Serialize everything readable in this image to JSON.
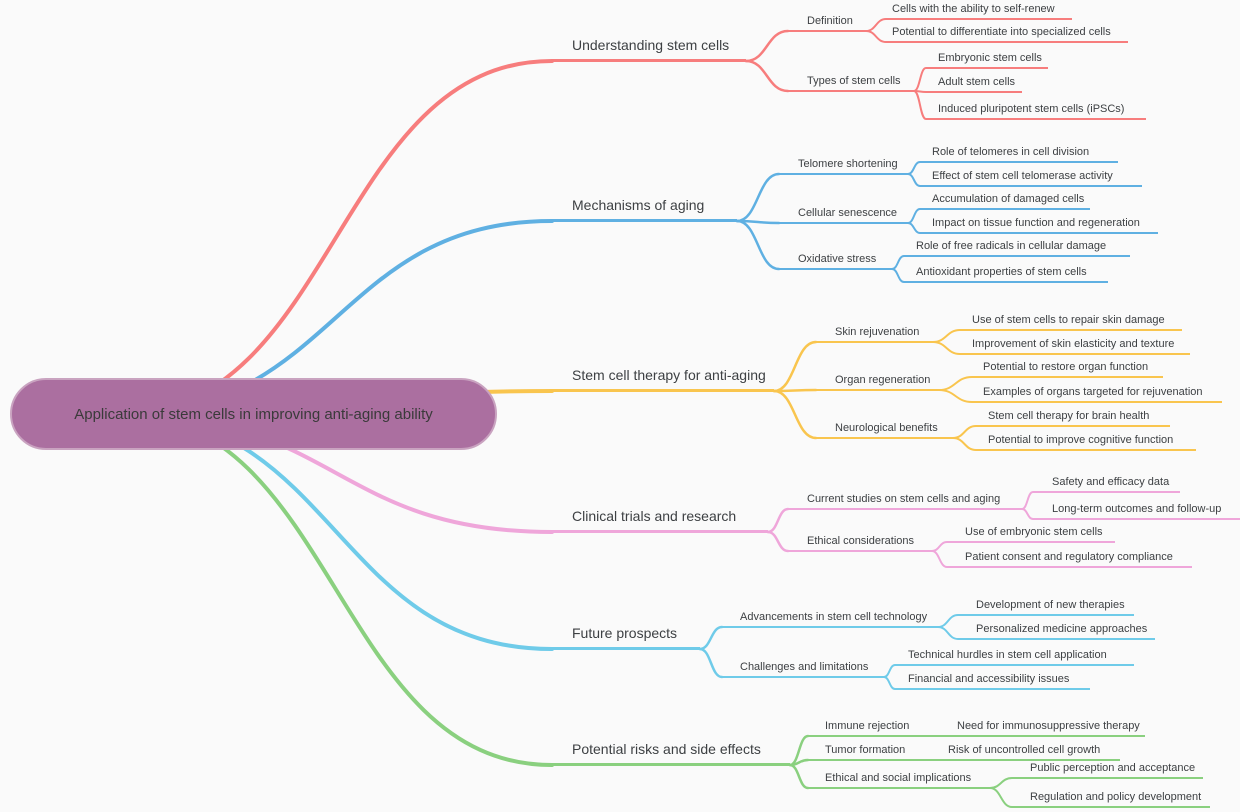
{
  "root": {
    "label": "Application of stem cells in improving anti-aging ability",
    "fill": "#ab6fa0"
  },
  "branch_colors": [
    "#f77d7d",
    "#5fb0e2",
    "#f9c54e",
    "#efa6da",
    "#6fcbe9",
    "#8ad07f"
  ],
  "branches": [
    {
      "label": "Understanding stem cells",
      "color": "#f77d7d",
      "children": [
        {
          "label": "Definition",
          "children": [
            {
              "label": "Cells with the ability to self-renew"
            },
            {
              "label": "Potential to differentiate into specialized cells"
            }
          ]
        },
        {
          "label": "Types of stem cells",
          "children": [
            {
              "label": "Embryonic stem cells"
            },
            {
              "label": "Adult stem cells"
            },
            {
              "label": "Induced pluripotent stem cells (iPSCs)"
            }
          ]
        }
      ]
    },
    {
      "label": "Mechanisms of aging",
      "color": "#5fb0e2",
      "children": [
        {
          "label": "Telomere shortening",
          "children": [
            {
              "label": "Role of telomeres in cell division"
            },
            {
              "label": "Effect of stem cell telomerase activity"
            }
          ]
        },
        {
          "label": "Cellular senescence",
          "children": [
            {
              "label": "Accumulation of damaged cells"
            },
            {
              "label": "Impact on tissue function and regeneration"
            }
          ]
        },
        {
          "label": "Oxidative stress",
          "children": [
            {
              "label": "Role of free radicals in cellular damage"
            },
            {
              "label": "Antioxidant properties of stem cells"
            }
          ]
        }
      ]
    },
    {
      "label": "Stem cell therapy for anti-aging",
      "color": "#f9c54e",
      "children": [
        {
          "label": "Skin rejuvenation",
          "children": [
            {
              "label": "Use of stem cells to repair skin damage"
            },
            {
              "label": "Improvement of skin elasticity and texture"
            }
          ]
        },
        {
          "label": "Organ regeneration",
          "children": [
            {
              "label": "Potential to restore organ function"
            },
            {
              "label": "Examples of organs targeted for rejuvenation"
            }
          ]
        },
        {
          "label": "Neurological benefits",
          "children": [
            {
              "label": "Stem cell therapy for brain health"
            },
            {
              "label": "Potential to improve cognitive function"
            }
          ]
        }
      ]
    },
    {
      "label": "Clinical trials and research",
      "color": "#efa6da",
      "children": [
        {
          "label": "Current studies on stem cells and aging",
          "children": [
            {
              "label": "Safety and efficacy data"
            },
            {
              "label": "Long-term outcomes and follow-up"
            }
          ]
        },
        {
          "label": "Ethical considerations",
          "children": [
            {
              "label": "Use of embryonic stem cells"
            },
            {
              "label": "Patient consent and regulatory compliance"
            }
          ]
        }
      ]
    },
    {
      "label": "Future prospects",
      "color": "#6fcbe9",
      "children": [
        {
          "label": "Advancements in stem cell technology",
          "children": [
            {
              "label": "Development of new therapies"
            },
            {
              "label": "Personalized medicine approaches"
            }
          ]
        },
        {
          "label": "Challenges and limitations",
          "children": [
            {
              "label": "Technical hurdles in stem cell application"
            },
            {
              "label": "Financial and accessibility issues"
            }
          ]
        }
      ]
    },
    {
      "label": "Potential risks and side effects",
      "color": "#8ad07f",
      "children": [
        {
          "label": "Immune rejection",
          "children": [
            {
              "label": "Need for immunosuppressive therapy"
            }
          ]
        },
        {
          "label": "Tumor formation",
          "children": [
            {
              "label": "Risk of uncontrolled cell growth"
            }
          ]
        },
        {
          "label": "Ethical and social implications",
          "children": [
            {
              "label": "Public perception and acceptance"
            },
            {
              "label": "Regulation and policy development"
            }
          ]
        }
      ]
    }
  ]
}
